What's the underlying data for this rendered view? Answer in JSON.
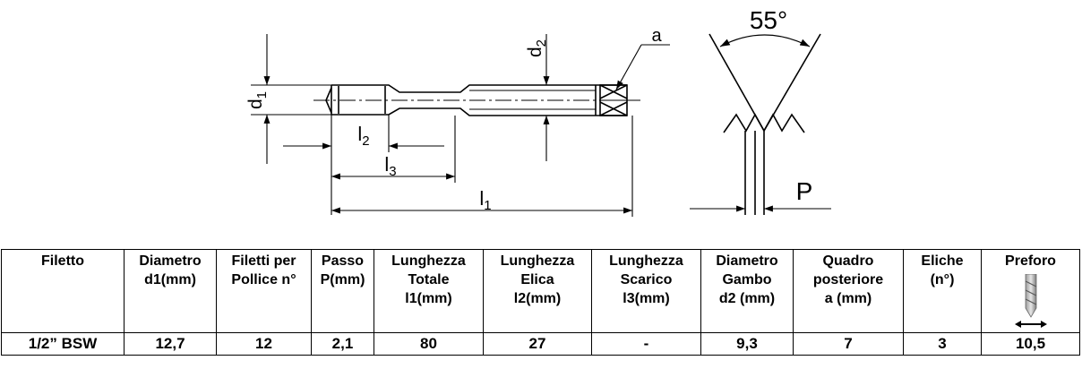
{
  "drawing": {
    "labels": {
      "d1": "d1",
      "d2": "d2",
      "l1": "l1",
      "l2": "l2",
      "l3": "l3",
      "a": "a",
      "angle": "55°",
      "pitch": "P"
    }
  },
  "table": {
    "headers": [
      {
        "lines": [
          "Filetto"
        ]
      },
      {
        "lines": [
          "Diametro",
          "d1(mm)"
        ]
      },
      {
        "lines": [
          "Filetti per",
          "Pollice n°"
        ]
      },
      {
        "lines": [
          "Passo",
          "P(mm)"
        ]
      },
      {
        "lines": [
          "Lunghezza",
          "Totale",
          "l1(mm)"
        ]
      },
      {
        "lines": [
          "Lunghezza",
          "Elica",
          "l2(mm)"
        ]
      },
      {
        "lines": [
          "Lunghezza",
          "Scarico",
          "l3(mm)"
        ]
      },
      {
        "lines": [
          "Diametro",
          "Gambo",
          "d2 (mm)"
        ]
      },
      {
        "lines": [
          "Quadro",
          "posteriore",
          "a (mm)"
        ]
      },
      {
        "lines": [
          "Eliche",
          "(n°)"
        ]
      },
      {
        "lines": [
          "Preforo"
        ],
        "icon": "drill-bit-icon"
      }
    ],
    "rows": [
      [
        "1/2” BSW",
        "12,7",
        "12",
        "2,1",
        "80",
        "27",
        "-",
        "9,3",
        "7",
        "3",
        "10,5"
      ]
    ]
  }
}
